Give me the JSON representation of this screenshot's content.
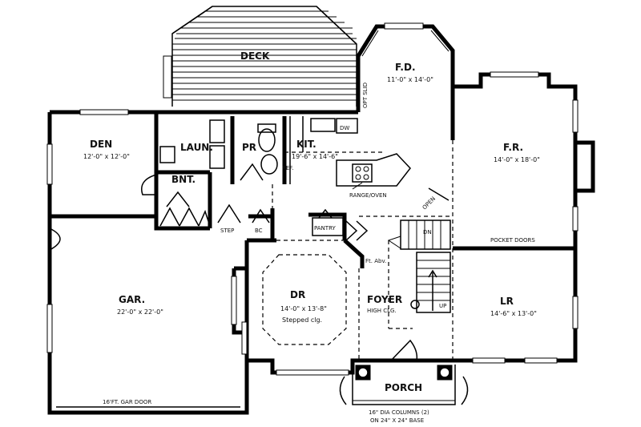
{
  "rooms": {
    "deck": {
      "name": "DECK"
    },
    "fd": {
      "name": "F.D.",
      "dim": "11'-0\" x 14'-0\""
    },
    "den": {
      "name": "DEN",
      "dim": "12'-0\" x 12'-0\""
    },
    "laun": {
      "name": "LAUN."
    },
    "pr": {
      "name": "PR"
    },
    "kit": {
      "name": "KIT.",
      "dim": "19'-6\" x 14'-6\""
    },
    "fr": {
      "name": "F.R.",
      "dim": "14'-0\" x 18'-0\""
    },
    "bnt": {
      "name": "BNT."
    },
    "gar": {
      "name": "GAR.",
      "dim": "22'-0\" x 22'-0\""
    },
    "dr": {
      "name": "DR",
      "dim": "14'-0\" x 13'-8\"",
      "note": "Stepped clg."
    },
    "foyer": {
      "name": "FOYER",
      "note": "HIGH CLG."
    },
    "lr": {
      "name": "LR",
      "dim": "14'-6\" x 13'-0\""
    },
    "porch": {
      "name": "PORCH"
    }
  },
  "labels": {
    "pantry": "PANTRY",
    "range_oven": "RANGE/OVEN",
    "pocket_doors": "POCKET DOORS",
    "garage_door": "16'FT. GAR DOOR",
    "columns_line1": "16\" DIA COLUMNS (2)",
    "columns_line2": "ON 24\" X 24\" BASE",
    "step": "STEP",
    "ref": "REF.",
    "dw": "DW",
    "bc": "BC",
    "dn": "DN",
    "up": "UP",
    "opt_slid": "OPT SLID",
    "open": "OPEN",
    "ft_abv": "Ft. Abv."
  }
}
